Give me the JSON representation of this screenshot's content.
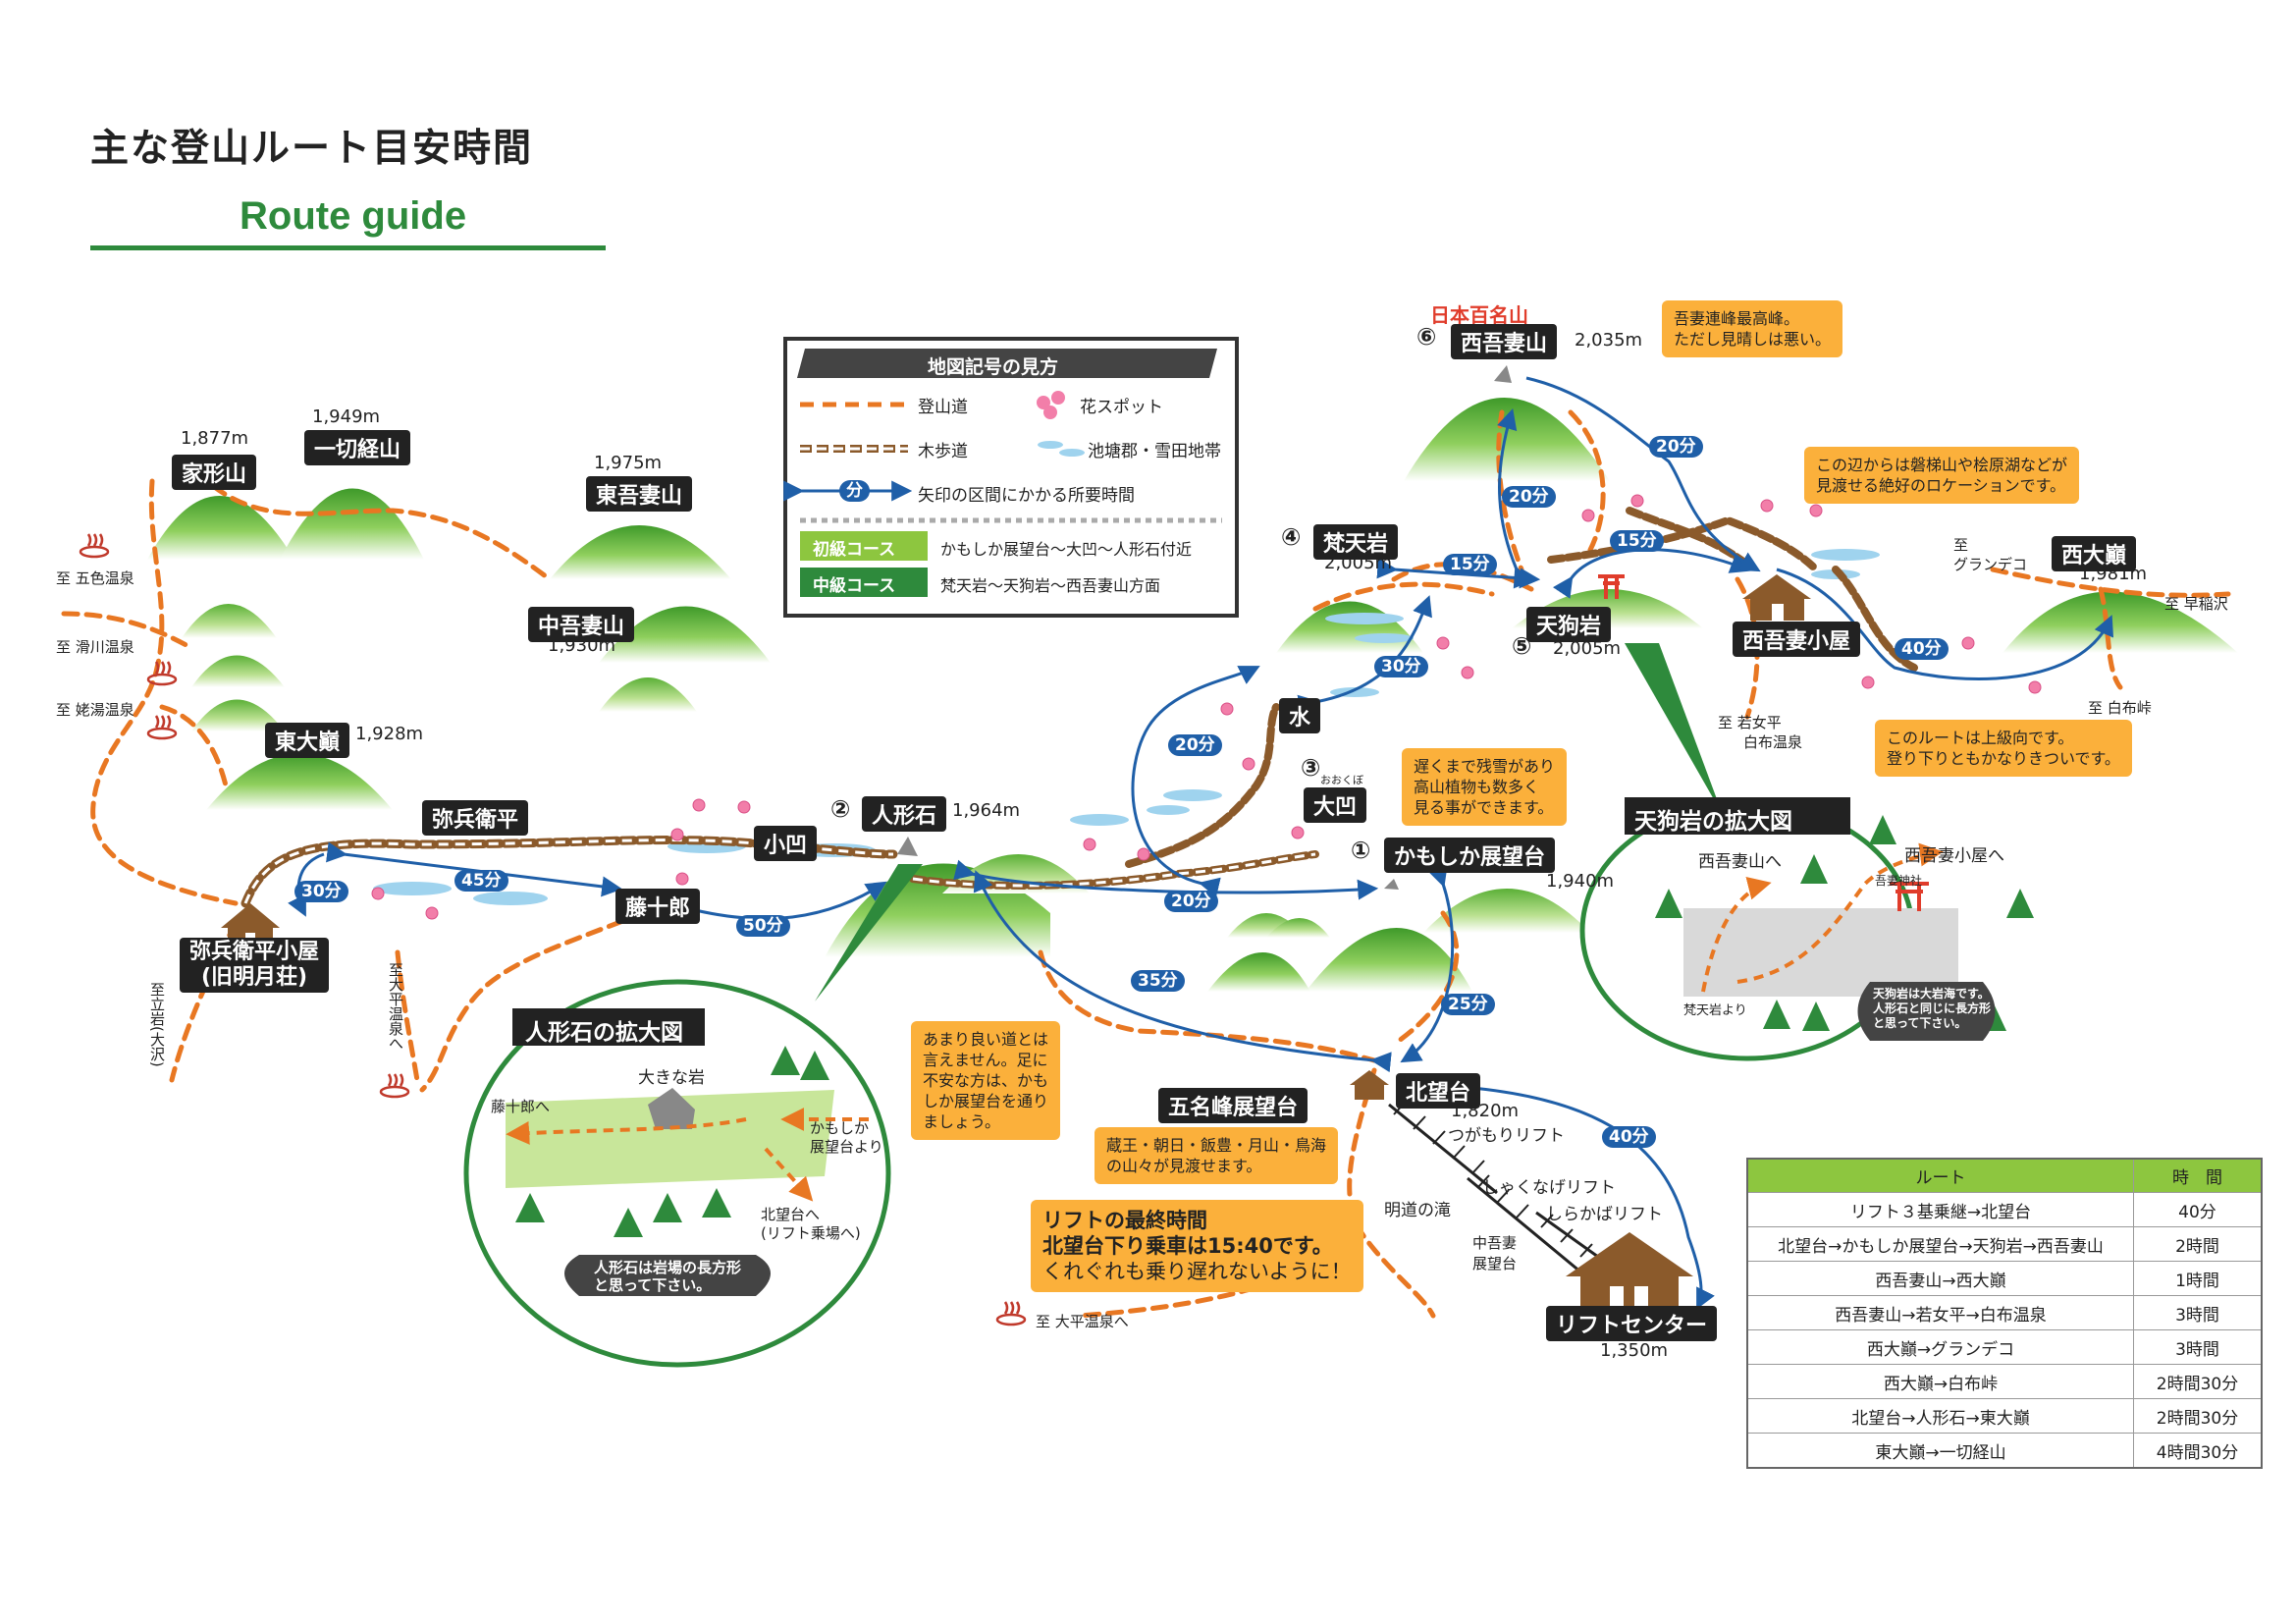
{
  "header": {
    "title_ja": "主な登山ルート目安時間",
    "title_en": "Route guide"
  },
  "colors": {
    "trail": "#e87722",
    "boardwalk": "#8b5a2b",
    "arrow": "#1f5fa8",
    "mountain": "#5bb037",
    "callout": "#fbb03b",
    "green_accent": "#2e8a3c",
    "pond": "#9fd3ee"
  },
  "legend": {
    "title": "地図記号の見方",
    "trail": "登山道",
    "boardwalk": "木歩道",
    "flower": "花スポット",
    "pond": "池塘郡・雪田地帯",
    "arrow_badge": "分",
    "arrow_desc": "矢印の区間にかかる所要時間",
    "beginner_label": "初級コース",
    "beginner_desc": "かもしか展望台〜大凹〜人形石付近",
    "intermediate_label": "中級コース",
    "intermediate_desc": "梵天岩〜天狗岩〜西吾妻山方面"
  },
  "peaks": {
    "iemyougatayama": {
      "name": "家形山",
      "elev": "1,877m"
    },
    "issaikyouzan": {
      "name": "一切経山",
      "elev": "1,949m"
    },
    "higashiazumayama": {
      "name": "東吾妻山",
      "elev": "1,975m"
    },
    "nakaazumayama": {
      "name": "中吾妻山",
      "elev": "1,930m"
    },
    "higashidaiten": {
      "name": "東大巓",
      "elev": "1,928m"
    },
    "nishiazumayama": {
      "num": "⑥",
      "name": "西吾妻山",
      "elev": "2,035m",
      "badge": "日本百名山"
    },
    "bontenn": {
      "num": "④",
      "name": "梵天岩",
      "elev": "2,005m"
    },
    "tenguiwa": {
      "num": "⑤",
      "name": "天狗岩",
      "elev": "2,005m"
    },
    "nishidaiten": {
      "name": "西大巓",
      "elev": "1,981m"
    },
    "ningyouishi": {
      "num": "②",
      "name": "人形石",
      "elev": "1,964m"
    },
    "kamoshika": {
      "num": "①",
      "name": "かもしか展望台",
      "elev": "1,940m"
    },
    "ookubo": {
      "num": "③",
      "name": "大凹",
      "ruby": "おおくぼ"
    },
    "kitabodai": {
      "name": "北望台",
      "elev": "1,820m"
    }
  },
  "places": {
    "mizu": "水",
    "hyoebeidaira": "弥兵衛平",
    "kobo": "小凹",
    "toujurou": "藤十郎",
    "hut_hyoe_line1": "弥兵衛平小屋",
    "hut_hyoe_line2": "(旧明月荘)",
    "nishiazuma_hut": "西吾妻小屋",
    "gomyou": "五名峰展望台",
    "lift_center": "リフトセンター",
    "lift_center_elev": "1,350m",
    "tsugamori": "つがもりリフト",
    "shakunage": "しゃくなげリフト",
    "shirakaba": "しらかばリフト",
    "myoudou": "明道の滝",
    "naka_line1": "中吾妻",
    "naka_line2": "展望台"
  },
  "destinations": {
    "goshiki": "至 五色温泉",
    "namekawa": "至 滑川温泉",
    "ubayu": "至 姥湯温泉",
    "tateiwa": "至立岩(大沢)",
    "oodaira_v": "至大平温泉へ",
    "oodaira_h": "至 大平温泉へ",
    "grandeco_1": "至",
    "grandeco_2": "グランデコ",
    "hayaizawa": "至 早稲沢",
    "shirafu": "至 白布峠",
    "wakamedaira_1": "至 若女平",
    "wakamedaira_2": "白布温泉"
  },
  "times": {
    "t30a": "30分",
    "t45": "45分",
    "t50": "50分",
    "t35": "35分",
    "t20a": "20分",
    "t20b": "20分",
    "t30b": "30分",
    "t15a": "15分",
    "t15b": "15分",
    "t20c": "20分",
    "t20d": "20分",
    "t40a": "40分",
    "t25": "25分",
    "t40b": "40分"
  },
  "callouts": {
    "saikou_1": "吾妻連峰最高峰。",
    "saikou_2": "ただし見晴しは悪い。",
    "view_1": "この辺からは磐梯山や桧原湖などが",
    "view_2": "見渡せる絶好のロケーションです。",
    "hard_1": "このルートは上級向です。",
    "hard_2": "登り下りともかなりきついです。",
    "snow_1": "遅くまで残雪があり",
    "snow_2": "高山植物も数多く",
    "snow_3": "見る事ができます。",
    "bad_1": "あまり良い道とは",
    "bad_2": "言えません。足に",
    "bad_3": "不安な方は、かも",
    "bad_4": "しか展望台を通り",
    "bad_5": "ましょう。",
    "peaks_1": "蔵王・朝日・飯豊・月山・鳥海",
    "peaks_2": "の山々が見渡せます。",
    "lift_1": "リフトの最終時間",
    "lift_2": "北望台下り乗車は15:40です。",
    "lift_3": "くれぐれも乗り遅れないように！"
  },
  "inset_ningyo": {
    "title": "人形石の拡大図",
    "rock": "大きな岩",
    "to_touju": "藤十郎へ",
    "from_kamo_1": "かもしか",
    "from_kamo_2": "展望台より",
    "to_kita_1": "北望台へ",
    "to_kita_2": "(リフト乗場へ)",
    "note_1": "人形石は岩場の長方形",
    "note_2": "と思って下さい。"
  },
  "inset_tengu": {
    "title": "天狗岩の拡大図",
    "to_nishi": "西吾妻山へ",
    "to_hut": "西吾妻小屋へ",
    "shrine": "吾妻神社",
    "from_bonten": "梵天岩より",
    "note_1": "天狗岩は大岩海です。",
    "note_2": "人形石と同じに長方形",
    "note_3": "と思って下さい。"
  },
  "route_table": {
    "headers": [
      "ルート",
      "時　間"
    ],
    "rows": [
      [
        "リフト３基乗継→北望台",
        "40分"
      ],
      [
        "北望台→かもしか展望台→天狗岩→西吾妻山",
        "2時間"
      ],
      [
        "西吾妻山→西大巓",
        "1時間"
      ],
      [
        "西吾妻山→若女平→白布温泉",
        "3時間"
      ],
      [
        "西大巓→グランデコ",
        "3時間"
      ],
      [
        "西大巓→白布峠",
        "2時間30分"
      ],
      [
        "北望台→人形石→東大巓",
        "2時間30分"
      ],
      [
        "東大巓→一切経山",
        "4時間30分"
      ]
    ]
  }
}
